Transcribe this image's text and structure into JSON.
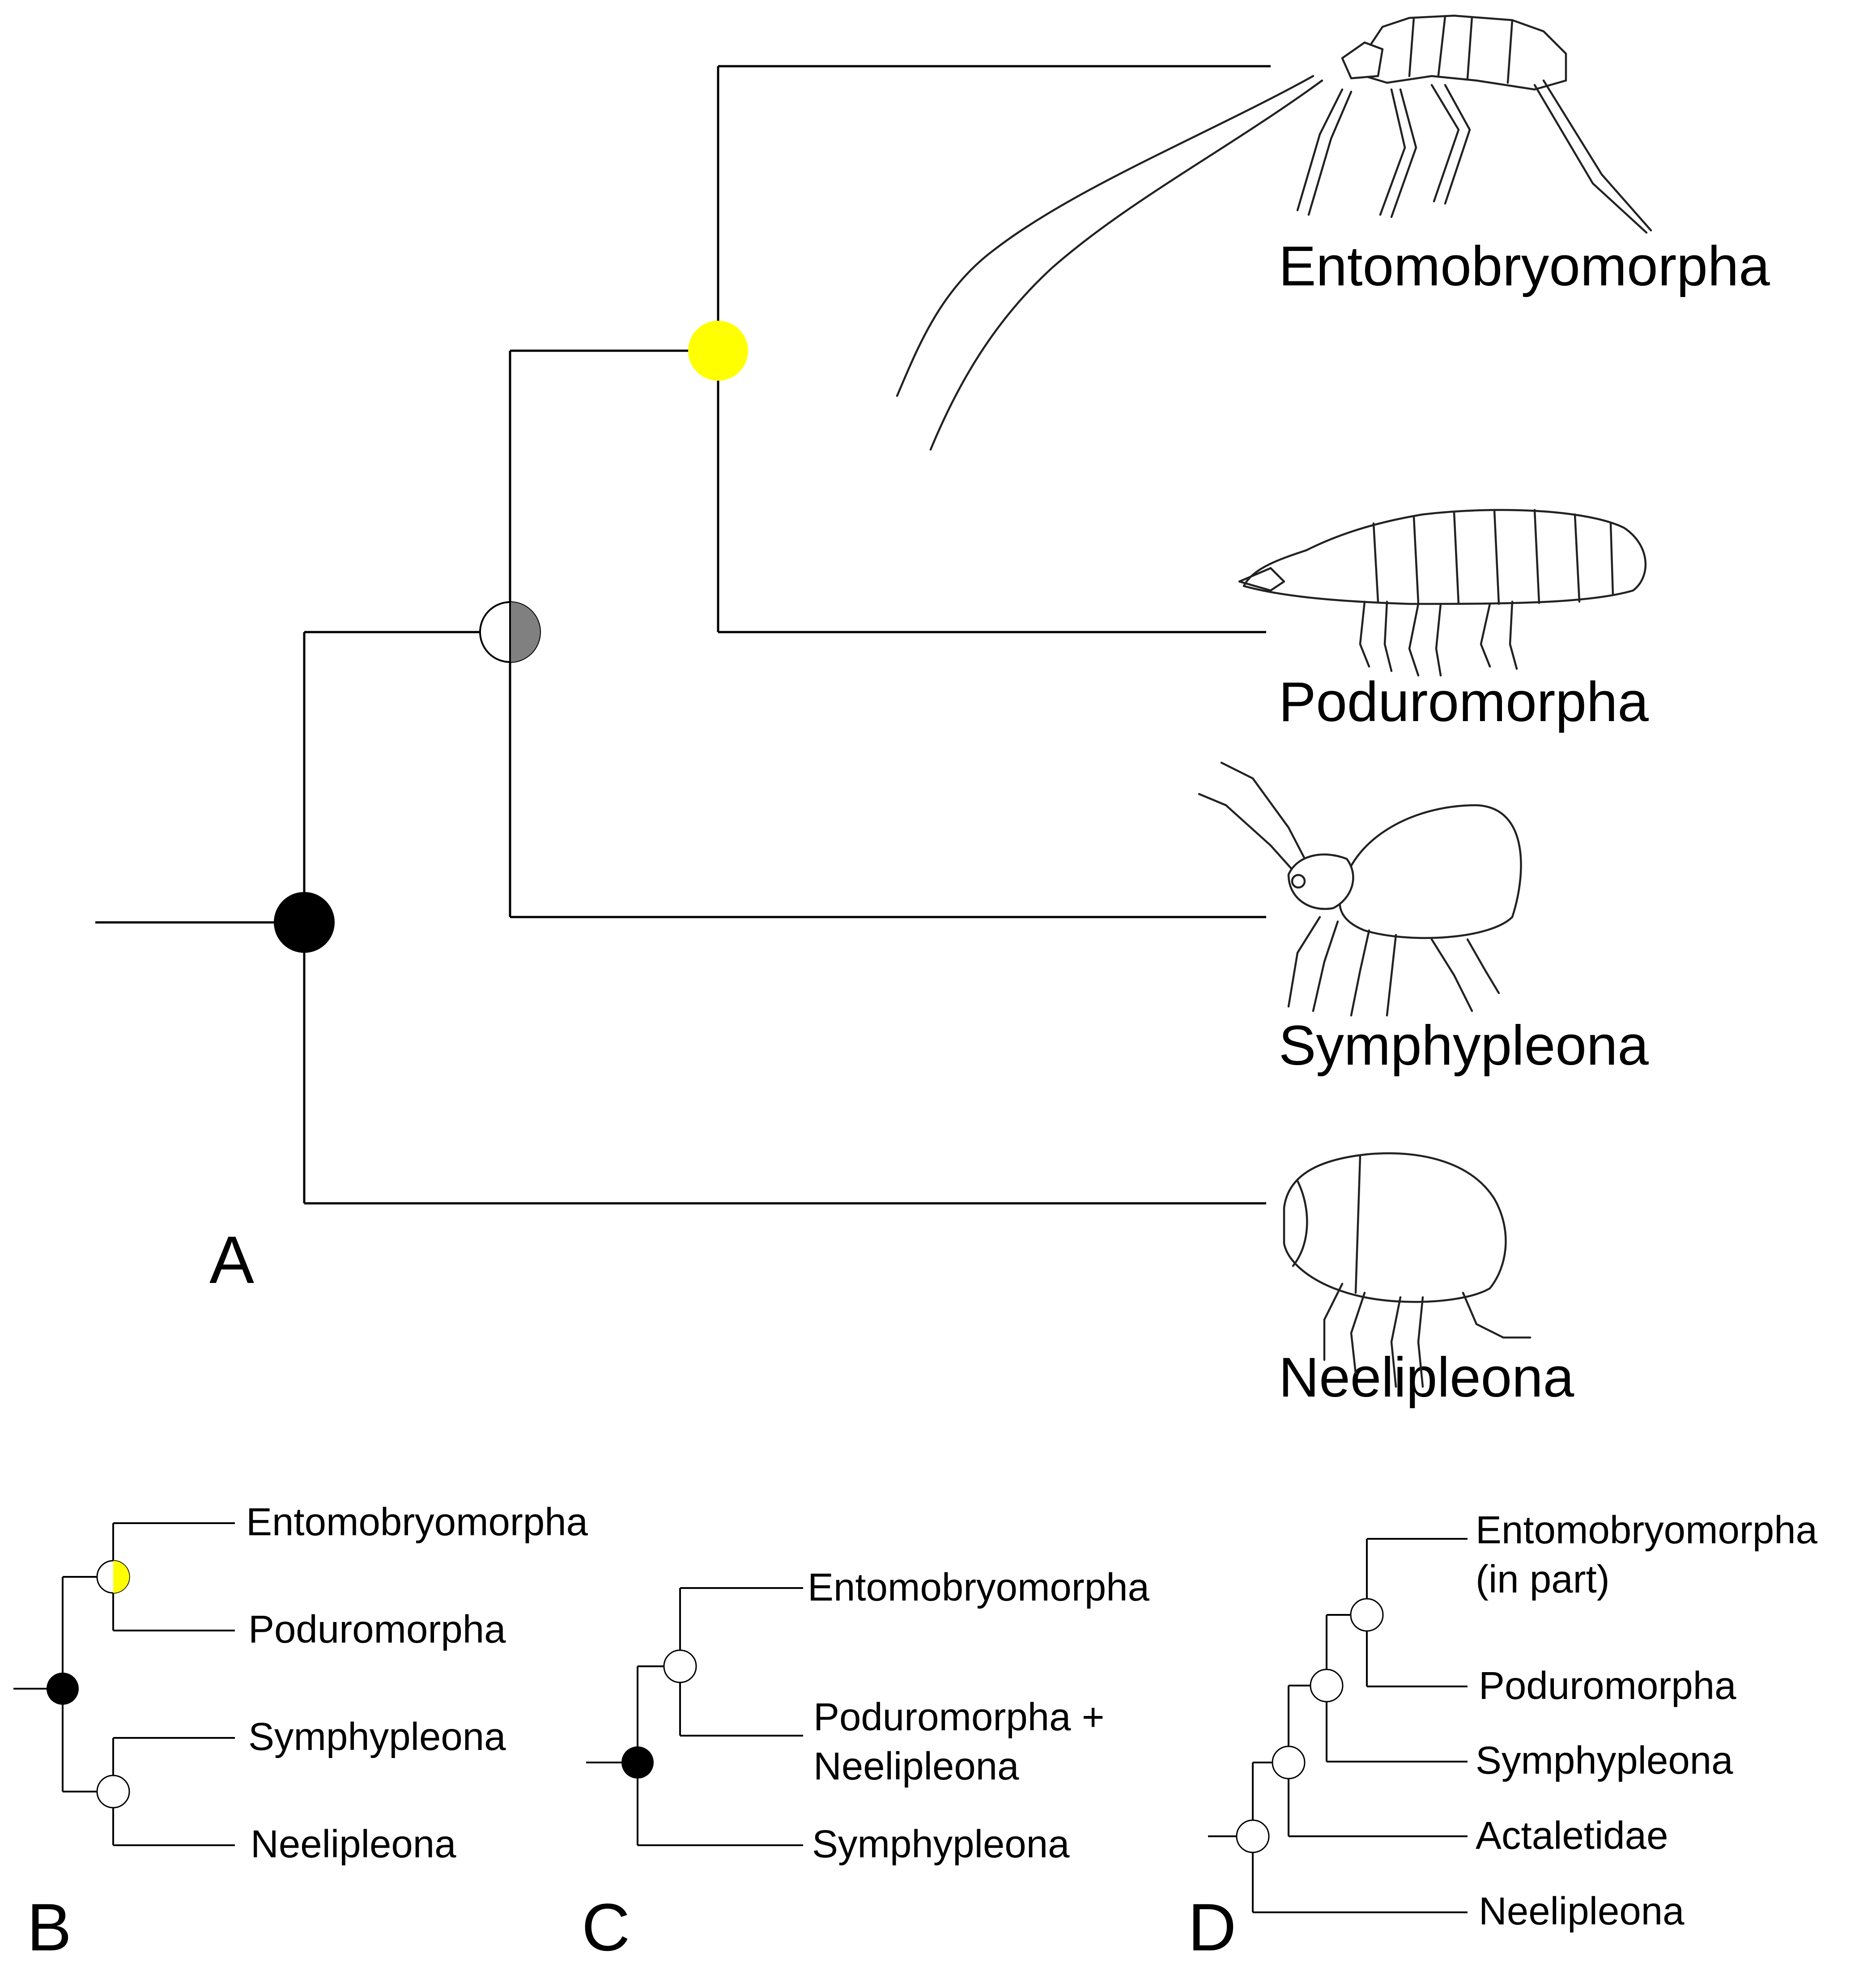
{
  "panel_a": {
    "letter": "A",
    "taxa": [
      "Entomobryomorpha",
      "Poduromorpha",
      "Symphypleona",
      "Neelipleona"
    ]
  },
  "panel_b": {
    "letter": "B",
    "taxa": [
      "Entomobryomorpha",
      "Poduromorpha",
      "Symphypleona",
      "Neelipleona"
    ]
  },
  "panel_c": {
    "letter": "C",
    "taxa": [
      "Entomobryomorpha",
      "Poduromorpha +",
      "Neelipleona",
      "Symphypleona"
    ]
  },
  "panel_d": {
    "letter": "D",
    "taxa": [
      "Entomobryomorpha",
      "(in part)",
      "Poduromorpha",
      "Symphypleona",
      "Actaletidae",
      "Neelipleona"
    ]
  },
  "colors": {
    "node_black": "#000000",
    "node_yellow": "#ffff00",
    "node_gray": "#808080",
    "node_white": "#ffffff"
  }
}
